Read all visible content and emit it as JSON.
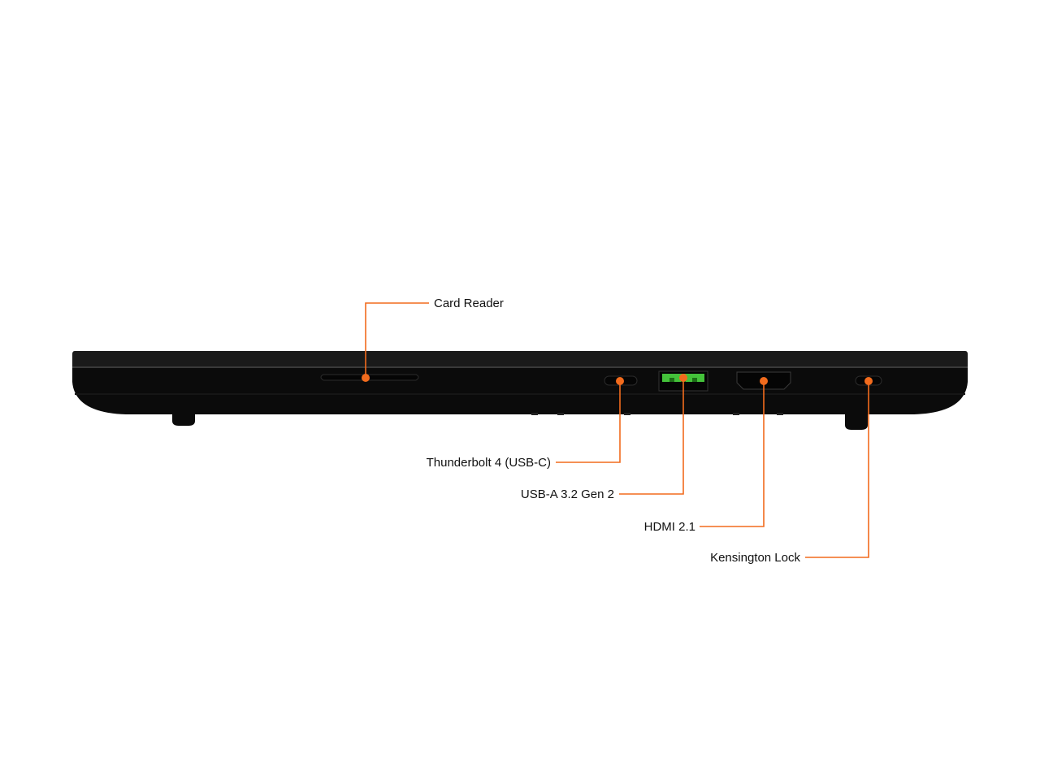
{
  "colors": {
    "accent": "#f26b1d",
    "chassis": "#0b0b0b",
    "chassis_lid": "#1a1a1a",
    "port_dark": "#050505",
    "usb_a_tongue": "#44c23a",
    "label_text": "#111111",
    "background": "#ffffff"
  },
  "callouts": [
    {
      "id": "card-reader",
      "label": "Card Reader"
    },
    {
      "id": "thunderbolt",
      "label": "Thunderbolt 4 (USB-C)"
    },
    {
      "id": "usb-a",
      "label": "USB-A 3.2 Gen 2"
    },
    {
      "id": "hdmi",
      "label": "HDMI 2.1"
    },
    {
      "id": "kensington",
      "label": "Kensington Lock"
    }
  ]
}
